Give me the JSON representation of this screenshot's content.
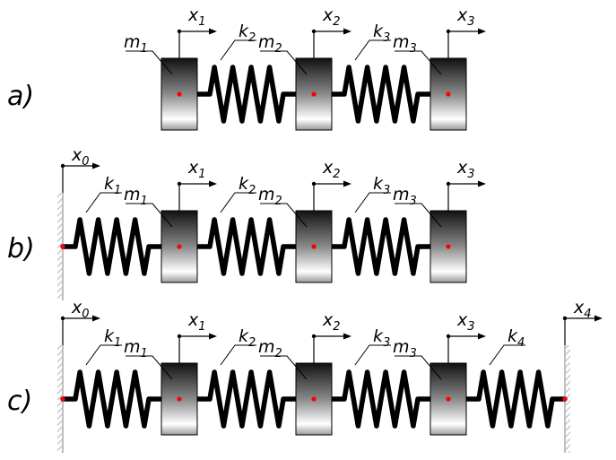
{
  "rows": [
    {
      "label": "a)",
      "left_wall": false,
      "right_wall": false,
      "springs": [
        {
          "from": "m1",
          "to": "m2",
          "symbol": "k",
          "index": "2"
        },
        {
          "from": "m2",
          "to": "m3",
          "symbol": "k",
          "index": "3"
        }
      ],
      "masses": [
        {
          "symbol": "m",
          "index": "1",
          "disp_symbol": "x",
          "disp_index": "1"
        },
        {
          "symbol": "m",
          "index": "2",
          "disp_symbol": "x",
          "disp_index": "2"
        },
        {
          "symbol": "m",
          "index": "3",
          "disp_symbol": "x",
          "disp_index": "3"
        }
      ],
      "wall_displacements": []
    },
    {
      "label": "b)",
      "left_wall": true,
      "right_wall": false,
      "springs": [
        {
          "from": "wall",
          "to": "m1",
          "symbol": "k",
          "index": "1"
        },
        {
          "from": "m1",
          "to": "m2",
          "symbol": "k",
          "index": "2"
        },
        {
          "from": "m2",
          "to": "m3",
          "symbol": "k",
          "index": "3"
        }
      ],
      "masses": [
        {
          "symbol": "m",
          "index": "1",
          "disp_symbol": "x",
          "disp_index": "1"
        },
        {
          "symbol": "m",
          "index": "2",
          "disp_symbol": "x",
          "disp_index": "2"
        },
        {
          "symbol": "m",
          "index": "3",
          "disp_symbol": "x",
          "disp_index": "3"
        }
      ],
      "wall_displacements": [
        {
          "side": "left",
          "symbol": "x",
          "index": "0"
        }
      ]
    },
    {
      "label": "c)",
      "left_wall": true,
      "right_wall": true,
      "springs": [
        {
          "from": "wall",
          "to": "m1",
          "symbol": "k",
          "index": "1"
        },
        {
          "from": "m1",
          "to": "m2",
          "symbol": "k",
          "index": "2"
        },
        {
          "from": "m2",
          "to": "m3",
          "symbol": "k",
          "index": "3"
        },
        {
          "from": "m3",
          "to": "wall",
          "symbol": "k",
          "index": "4"
        }
      ],
      "masses": [
        {
          "symbol": "m",
          "index": "1",
          "disp_symbol": "x",
          "disp_index": "1"
        },
        {
          "symbol": "m",
          "index": "2",
          "disp_symbol": "x",
          "disp_index": "2"
        },
        {
          "symbol": "m",
          "index": "3",
          "disp_symbol": "x",
          "disp_index": "3"
        }
      ],
      "wall_displacements": [
        {
          "side": "left",
          "symbol": "x",
          "index": "0"
        },
        {
          "side": "right",
          "symbol": "x",
          "index": "4"
        }
      ]
    }
  ],
  "colors": {
    "line": "#000000",
    "center_dot": "#ff0000",
    "wall": "#bfbfbf",
    "mass_dark": "#111111",
    "mass_light": "#ffffff"
  }
}
